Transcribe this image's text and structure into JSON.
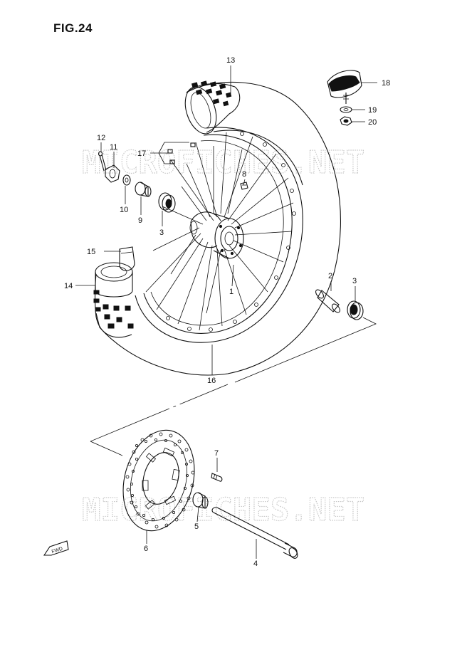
{
  "figure": {
    "title": "FIG.24"
  },
  "watermark": {
    "text": "MICROFICHES.NET"
  },
  "fwd": {
    "label": "FWD"
  },
  "callouts": [
    {
      "id": "c1",
      "label": "1"
    },
    {
      "id": "c2",
      "label": "2"
    },
    {
      "id": "c3a",
      "label": "3"
    },
    {
      "id": "c3b",
      "label": "3"
    },
    {
      "id": "c4",
      "label": "4"
    },
    {
      "id": "c5",
      "label": "5"
    },
    {
      "id": "c6",
      "label": "6"
    },
    {
      "id": "c7",
      "label": "7"
    },
    {
      "id": "c8",
      "label": "8"
    },
    {
      "id": "c9",
      "label": "9"
    },
    {
      "id": "c10",
      "label": "10"
    },
    {
      "id": "c11",
      "label": "11"
    },
    {
      "id": "c12",
      "label": "12"
    },
    {
      "id": "c13",
      "label": "13"
    },
    {
      "id": "c14",
      "label": "14"
    },
    {
      "id": "c15",
      "label": "15"
    },
    {
      "id": "c16",
      "label": "16"
    },
    {
      "id": "c17",
      "label": "17"
    },
    {
      "id": "c18",
      "label": "18"
    },
    {
      "id": "c19",
      "label": "19"
    },
    {
      "id": "c20",
      "label": "20"
    }
  ]
}
